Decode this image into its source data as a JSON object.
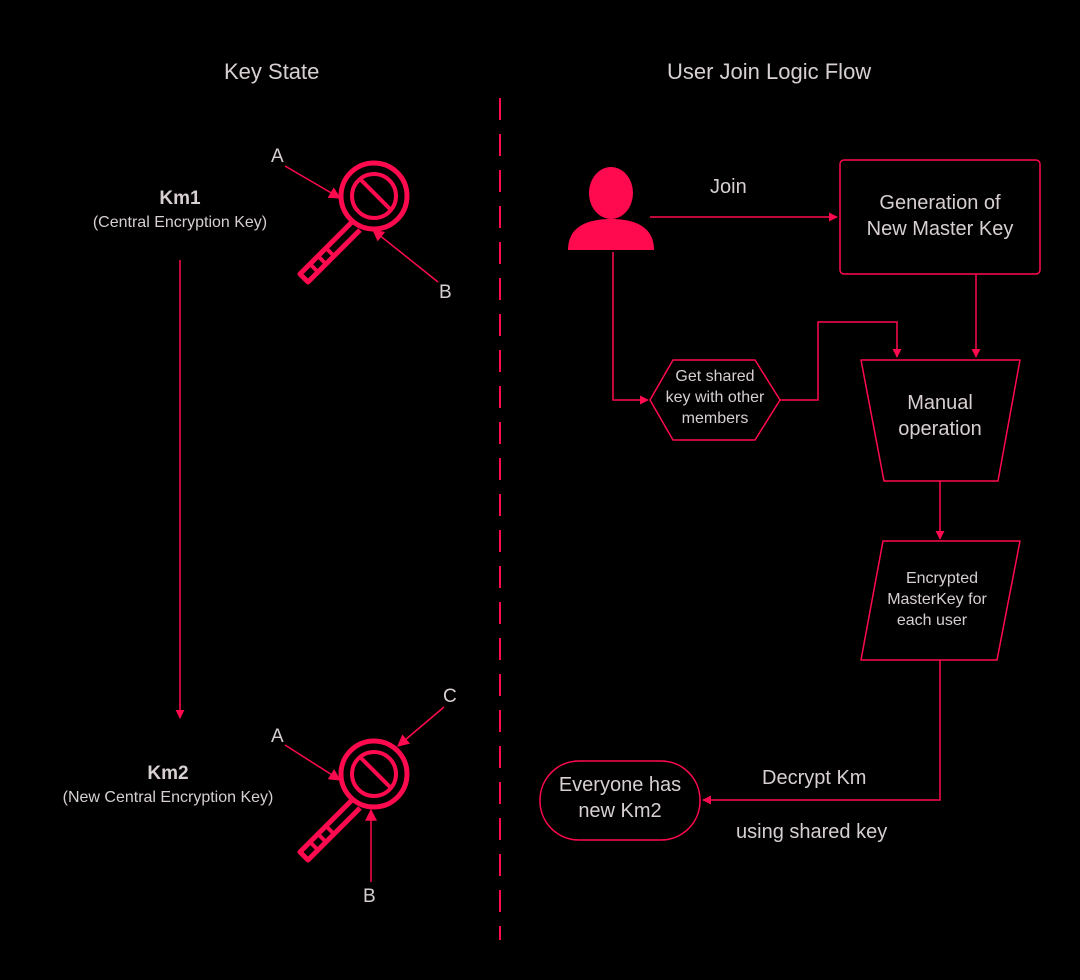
{
  "colors": {
    "accent": "#ff0a4e",
    "text": "#d7cfd0",
    "background": "#000000"
  },
  "left": {
    "title": "Key State",
    "km1": {
      "name": "Km1",
      "desc": "(Central Encryption Key)"
    },
    "km2": {
      "name": "Km2",
      "desc": "(New Central Encryption Key)"
    },
    "key1_markers": [
      "A",
      "B"
    ],
    "key2_markers": [
      "A",
      "B",
      "C"
    ]
  },
  "right": {
    "title": "User Join Logic Flow",
    "join_label": "Join",
    "generation": {
      "line1": "Generation of",
      "line2": "New Master Key"
    },
    "shared": {
      "line1": "Get shared",
      "line2": "key with other",
      "line3": "members"
    },
    "manual": {
      "line1": "Manual",
      "line2": "operation"
    },
    "encrypted": {
      "line1": "Encrypted",
      "line2": "MasterKey for",
      "line3": "each user"
    },
    "decrypt_label": "Decrypt Km",
    "using_label": "using shared key",
    "everyone": {
      "line1": "Everyone has",
      "line2": "new Km2"
    }
  }
}
